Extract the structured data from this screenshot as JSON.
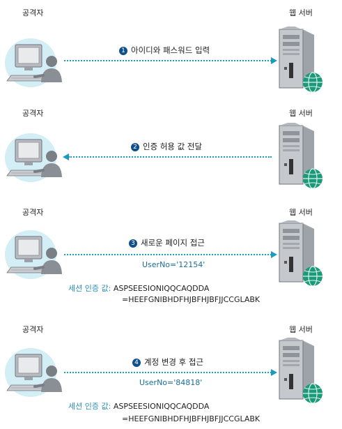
{
  "panels": [
    {
      "attacker_label": "공격자",
      "server_label": "웹 서버",
      "step_number": "1",
      "step_text": "아이디와 패스워드 입력",
      "direction": "right",
      "user_no": null,
      "session_label": null,
      "session_line1": null,
      "session_line2": null
    },
    {
      "attacker_label": "공격자",
      "server_label": "웹 서버",
      "step_number": "2",
      "step_text": "인증 허용 값 전달",
      "direction": "left",
      "user_no": null,
      "session_label": null,
      "session_line1": null,
      "session_line2": null
    },
    {
      "attacker_label": "공격자",
      "server_label": "웹 서버",
      "step_number": "3",
      "step_text": "새로운 페이지 접근",
      "direction": "right",
      "user_no": "UserNo='12154'",
      "session_label": "세션 인증 값:",
      "session_line1": "ASPSEESIONIQQCAQDDA",
      "session_line2": "=HEEFGNIBHDFHJBFHJBFJJCCGLABK"
    },
    {
      "attacker_label": "공격자",
      "server_label": "웹 서버",
      "step_number": "4",
      "step_text": "계정 변경 후 접근",
      "direction": "right",
      "user_no": "UserNo='84818'",
      "session_label": "세션 인증 값:",
      "session_line1": "ASPSEESIONIQQCAQDDA",
      "session_line2": "=HEEFGNIBHDFHJBFHJBFJJCCGLABK"
    }
  ],
  "icons": {
    "attacker": "computer-user-icon",
    "server": "web-server-icon"
  },
  "colors": {
    "arrow": "#1a9cbf",
    "badge": "#0f4f8a",
    "session_label": "#2a8fb8",
    "user_no": "#1a6e9a"
  }
}
